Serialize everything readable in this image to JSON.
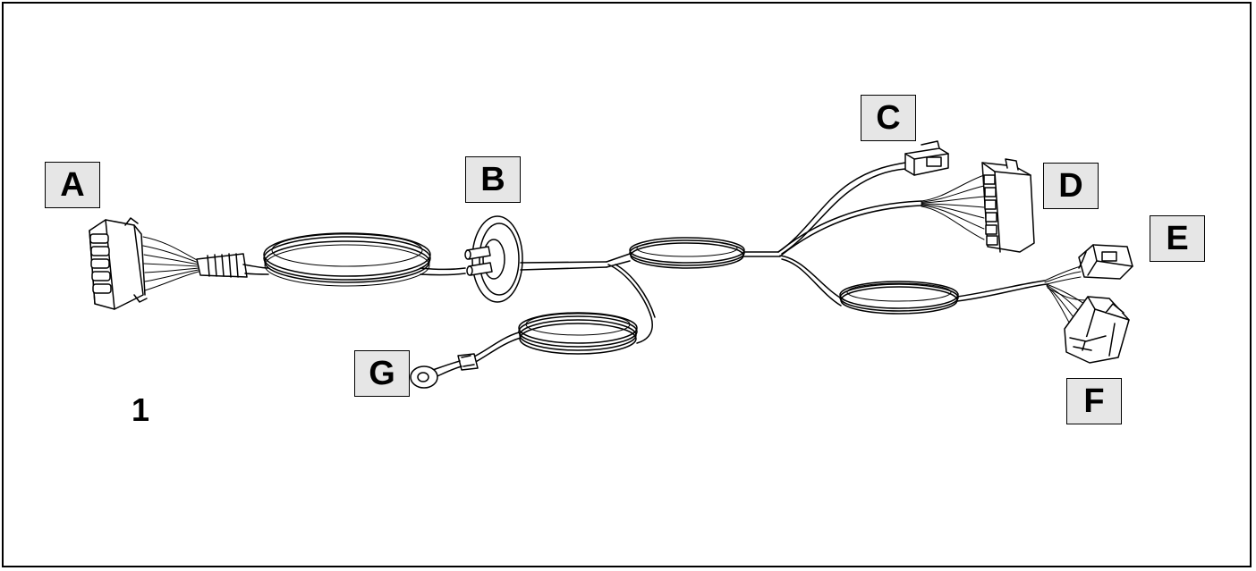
{
  "figure_number": "1",
  "callouts": {
    "a": "A",
    "b": "B",
    "c": "C",
    "d": "D",
    "e": "E",
    "f": "F",
    "g": "G"
  },
  "colors": {
    "line": "#000000",
    "callout_fill": "#e6e6e6",
    "background": "#ffffff"
  }
}
